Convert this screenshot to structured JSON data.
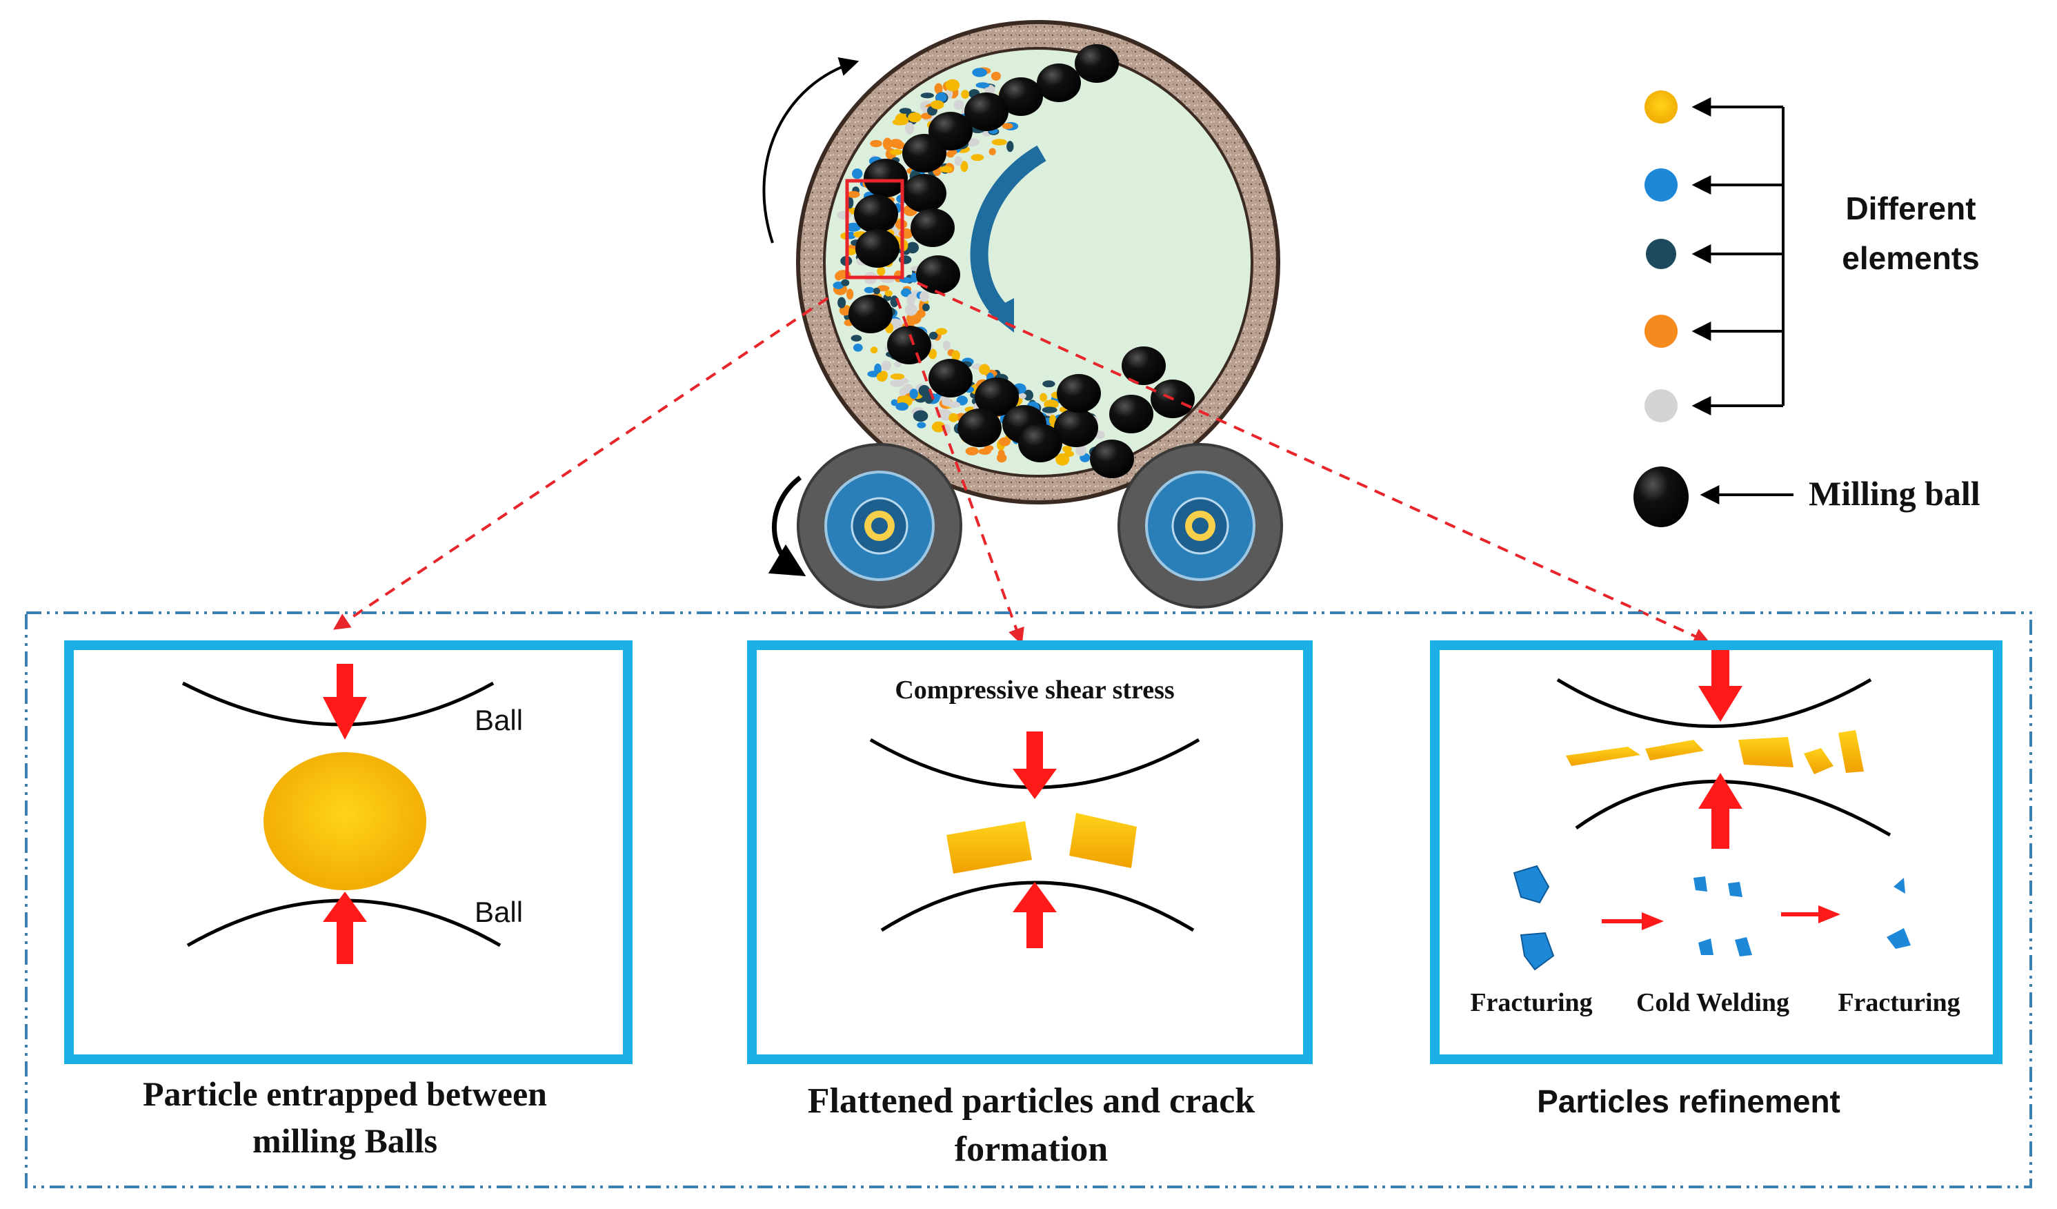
{
  "legend": {
    "elements_label_line1": "Different",
    "elements_label_line2": "elements",
    "element_colors": [
      "#f5b800",
      "#1e88d8",
      "#1f4a5e",
      "#f58a1e",
      "#d4d4d4"
    ],
    "milling_ball_label": "Milling ball"
  },
  "panels": [
    {
      "ball_top_label": "Ball",
      "ball_bottom_label": "Ball",
      "caption_line1": "Particle entrapped between",
      "caption_line2": "milling Balls"
    },
    {
      "header": "Compressive shear stress",
      "caption_line1": "Flattened particles and crack",
      "caption_line2": "formation"
    },
    {
      "stage_labels": [
        "Fracturing",
        "Cold Welding",
        "Fracturing"
      ],
      "caption_line1": "Particles refinement"
    }
  ],
  "colors": {
    "panel_border": "#1ab0e6",
    "arrow_red": "#ff1a1a",
    "dashed_red": "#e8252a",
    "dashdot_frame": "#3a7fb0",
    "jar_fill": "#dcefdc",
    "jar_shell": "#b79f90",
    "ball": "#000000",
    "particle_gold": "#f5b800",
    "particle_blue": "#1e88d8",
    "wheel_outer": "#5a5a5a",
    "wheel_inner": "#2a7fb8",
    "flow_arrow": "#1f6d9e"
  }
}
